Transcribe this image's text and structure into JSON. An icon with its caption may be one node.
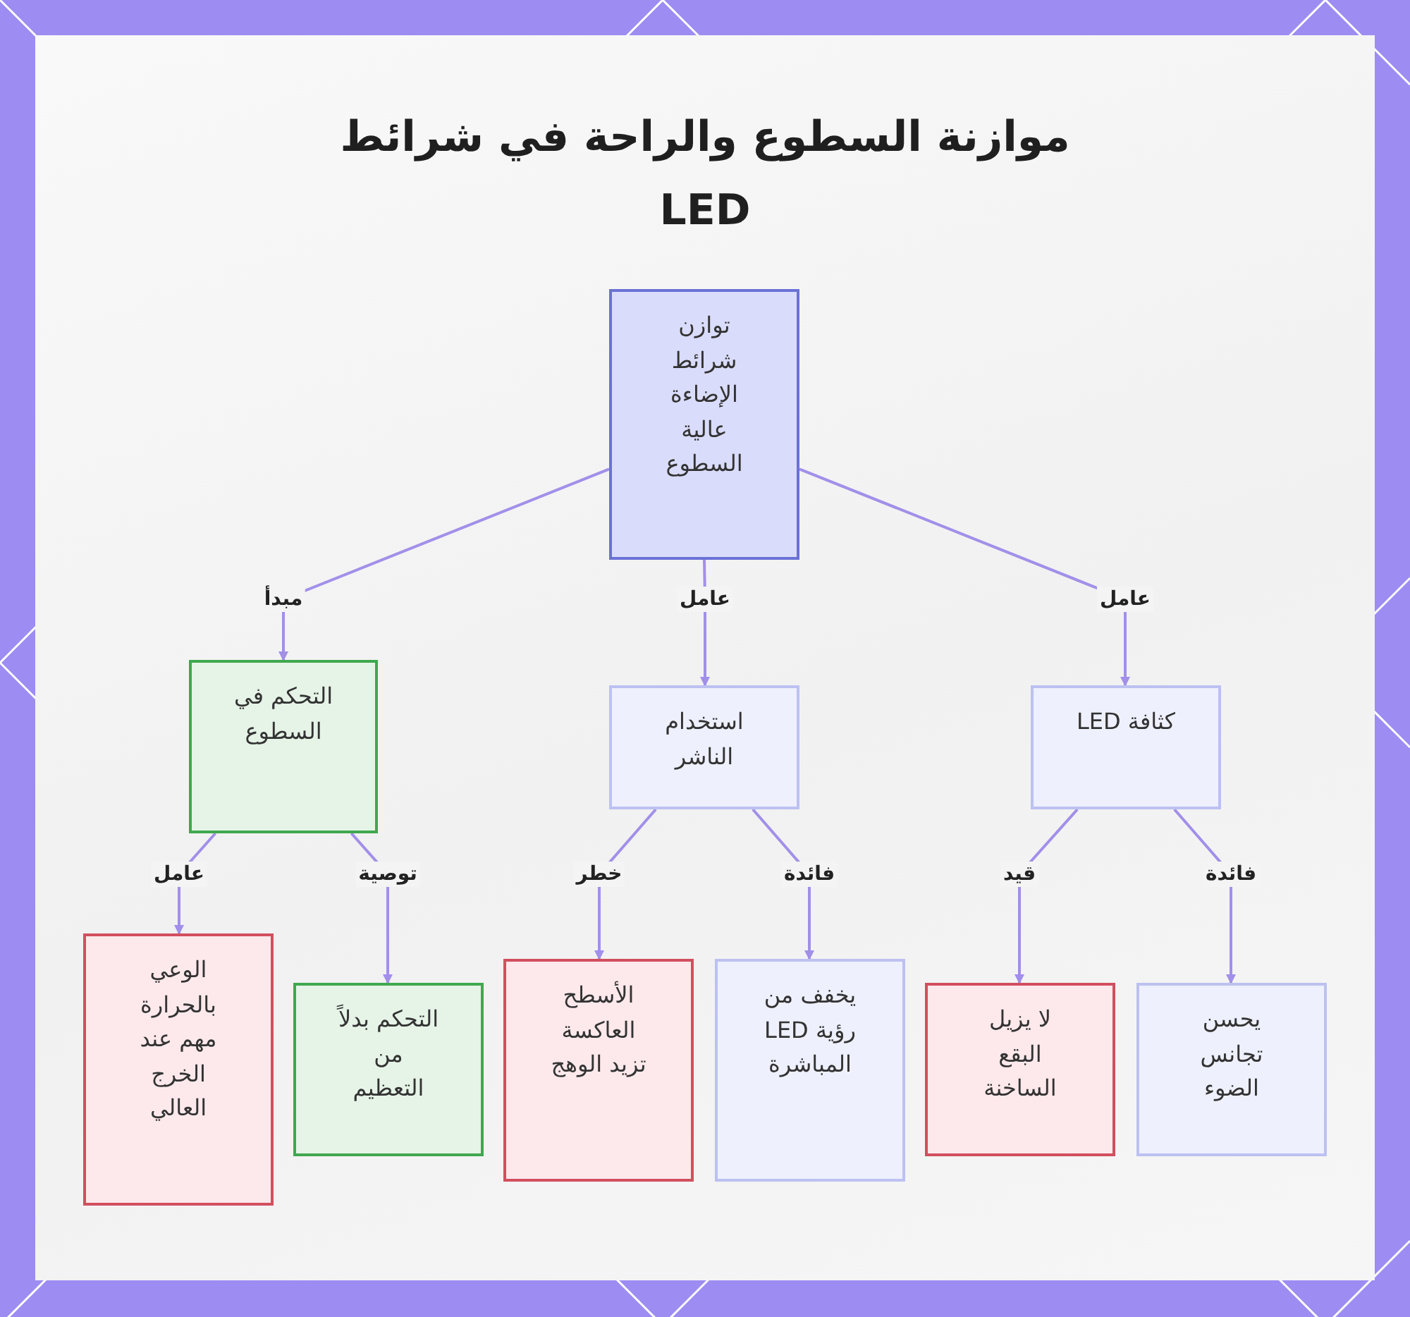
{
  "diagram": {
    "title": "موازنة السطوع والراحة في شرائط LED",
    "nodes": [
      {
        "text": [
          "توازن شرائط الإضاءة عالية السطوع"
        ]
      },
      {
        "text": [
          "التحكم في السطوع"
        ]
      },
      {
        "text": [
          "استخدام الناشر"
        ]
      },
      {
        "text": [
          "كثافة LED"
        ]
      },
      {
        "text": [
          "الوعي بالحرارة مهم عند الخرج العالي"
        ]
      },
      {
        "text": [
          "التحكم بدلاً من التعظيم"
        ]
      },
      {
        "text": [
          "الأسطح العاكسة تزيد الوهج"
        ]
      },
      {
        "text": [
          "يخفف من رؤية LED المباشرة"
        ]
      },
      {
        "text": [
          "لا يزيل البقع الساخنة"
        ]
      },
      {
        "text": [
          "يحسن تجانس الضوء"
        ]
      }
    ],
    "edges": [
      {
        "from": 0,
        "to": 1,
        "arrow": "to",
        "label": "مبدأ"
      },
      {
        "from": 0,
        "to": 2,
        "arrow": "to",
        "label": "عامل"
      },
      {
        "from": 0,
        "to": 3,
        "arrow": "to",
        "label": "عامل"
      },
      {
        "from": 1,
        "to": 4,
        "arrow": "to",
        "label": "عامل"
      },
      {
        "from": 1,
        "to": 5,
        "arrow": "to",
        "label": "توصية"
      },
      {
        "from": 2,
        "to": 6,
        "arrow": "to",
        "label": "خطر"
      },
      {
        "from": 2,
        "to": 7,
        "arrow": "to",
        "label": "فائدة"
      },
      {
        "from": 3,
        "to": 8,
        "arrow": "to",
        "label": "قيد"
      },
      {
        "from": 3,
        "to": 9,
        "arrow": "to",
        "label": "فائدة"
      }
    ]
  }
}
